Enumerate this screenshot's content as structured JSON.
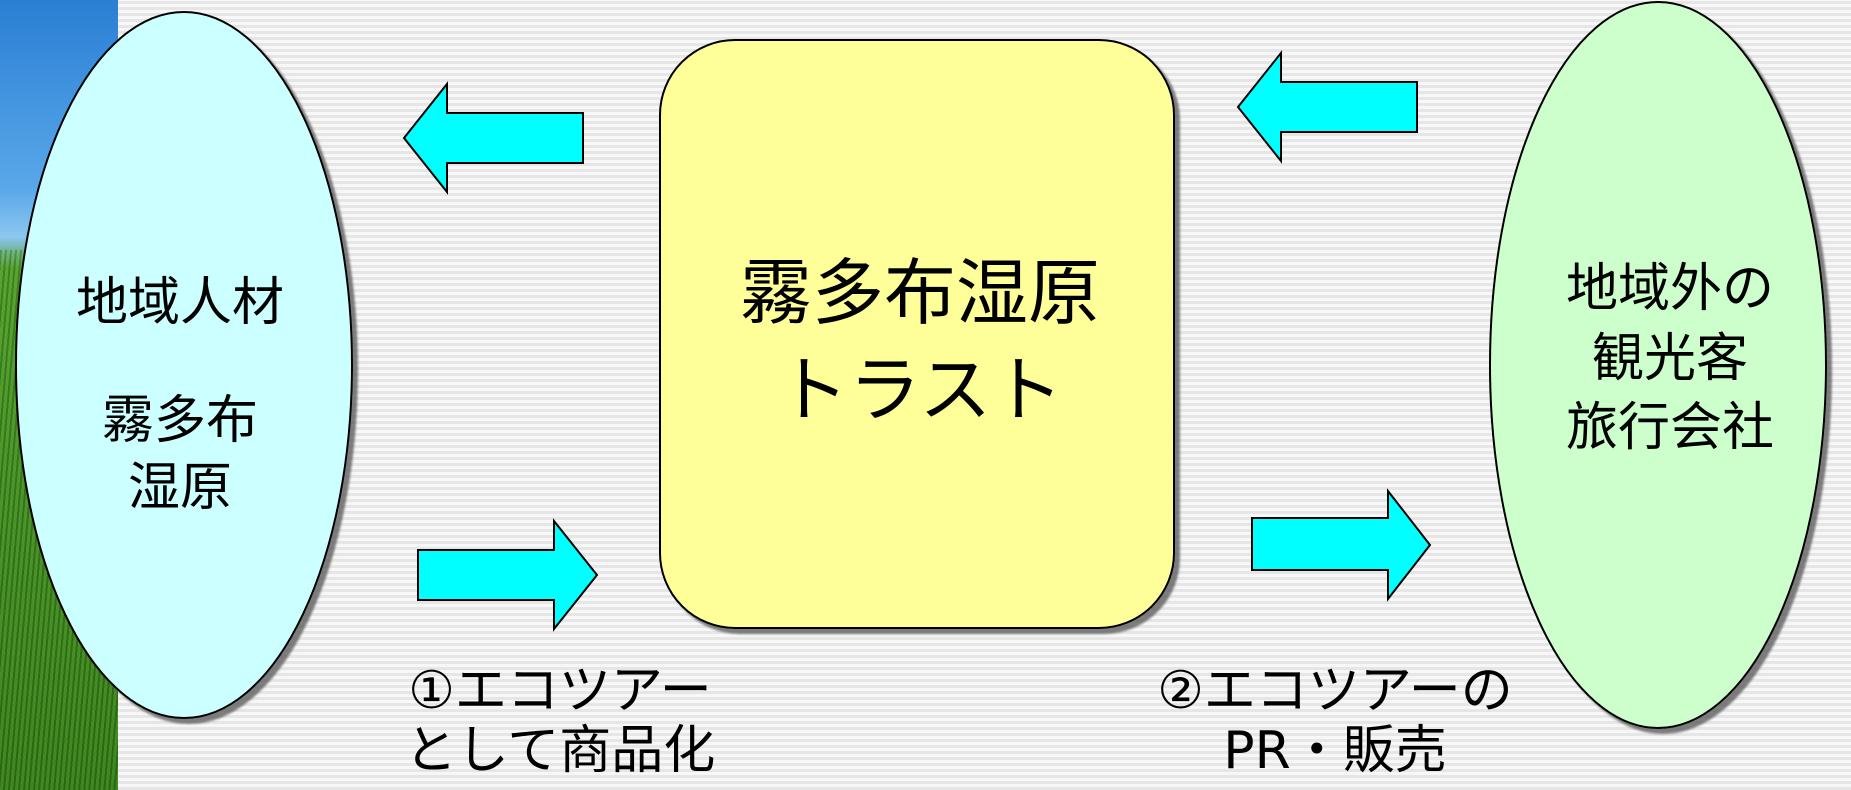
{
  "nodes": {
    "left": {
      "line1": "地域人材",
      "line2": "霧多布",
      "line3": "湿原",
      "fill": "#ccffff"
    },
    "center": {
      "line1": "霧多布湿原",
      "line2": "トラスト",
      "fill": "#ffff99"
    },
    "right": {
      "line1": "地域外の",
      "line2": "観光客",
      "line3": "旅行会社",
      "fill": "#ccffcc"
    }
  },
  "edges": {
    "step1": {
      "line1": "①エコツアー",
      "line2": "として商品化"
    },
    "step2": {
      "line1": "②エコツアーの",
      "line2": "PR・販売"
    }
  },
  "colors": {
    "arrow": "#00ffff",
    "outline": "#000000",
    "background": "#ececec"
  }
}
